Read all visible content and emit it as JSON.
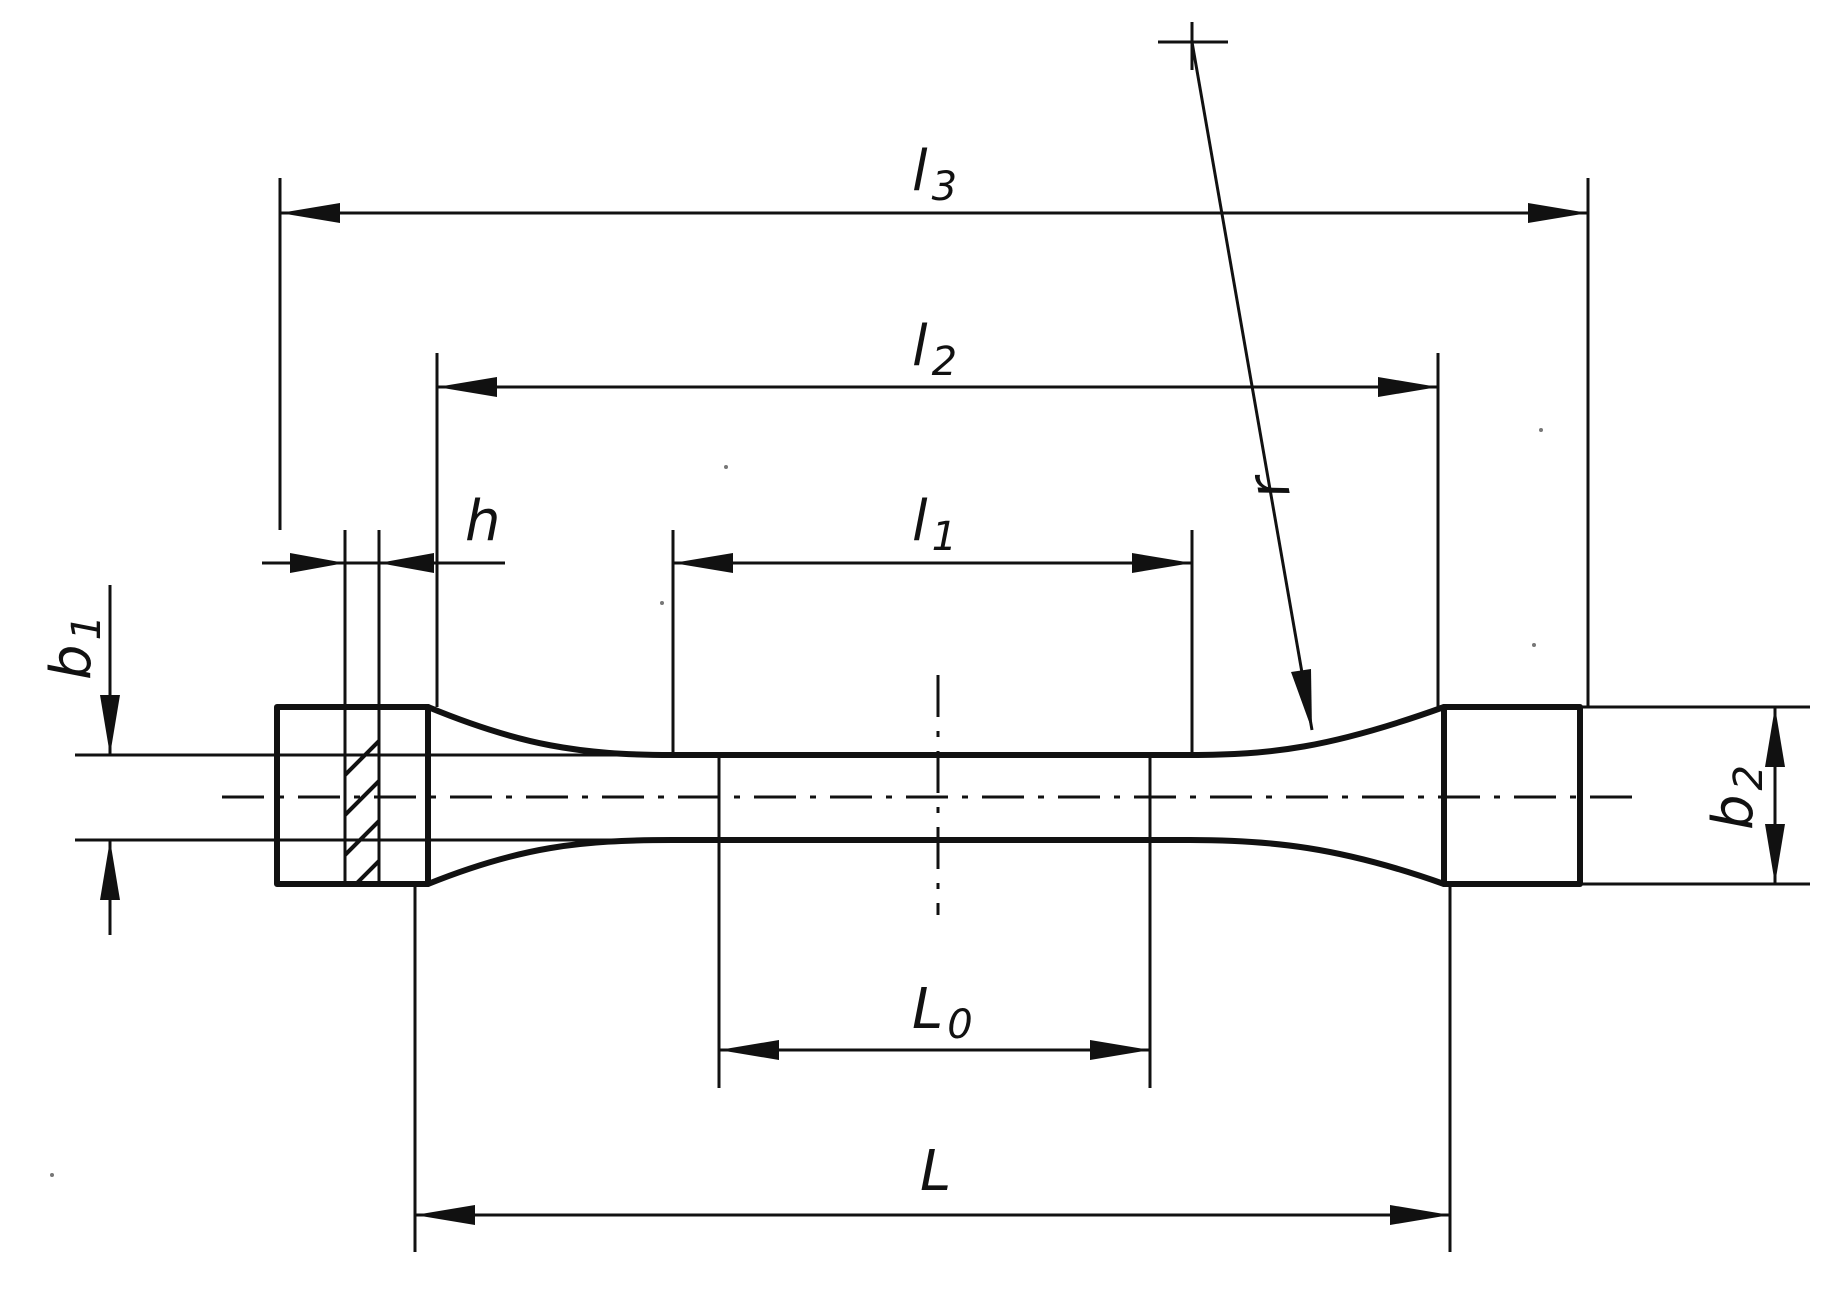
{
  "diagram": {
    "labels": {
      "l3": {
        "base": "l",
        "sub": "3"
      },
      "l2": {
        "base": "l",
        "sub": "2"
      },
      "l1": {
        "base": "l",
        "sub": "1"
      },
      "L0": {
        "base": "L",
        "sub": "0"
      },
      "L": {
        "base": "L",
        "sub": ""
      },
      "h": {
        "base": "h",
        "sub": ""
      },
      "b1": {
        "base": "b",
        "sub": "1"
      },
      "b2": {
        "base": "b",
        "sub": "2"
      },
      "r": {
        "base": "r",
        "sub": ""
      }
    },
    "colors": {
      "ink": "#111111",
      "background": "#ffffff"
    }
  }
}
